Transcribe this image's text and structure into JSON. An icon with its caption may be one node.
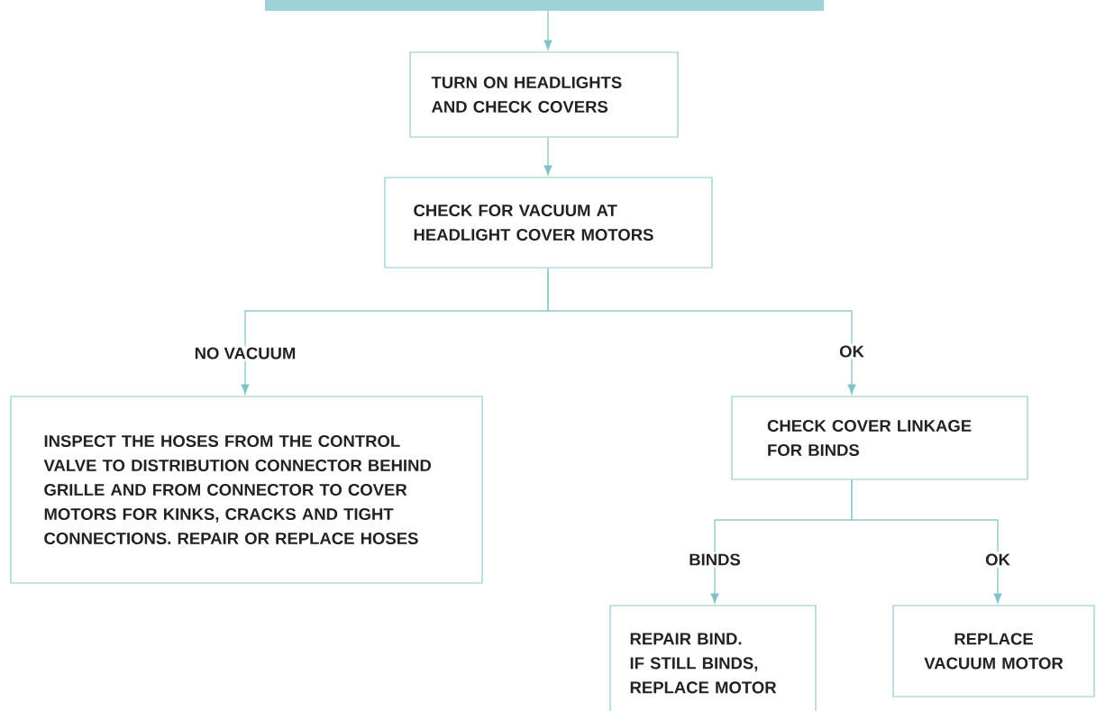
{
  "diagram": {
    "nodes": [
      {
        "text": [],
        "shape": "bar"
      },
      {
        "text": [
          "TURN ON HEADLIGHTS AND CHECK COVERS"
        ]
      },
      {
        "text": [
          "CHECK FOR VACUUM AT HEADLIGHT COVER MOTORS"
        ]
      },
      {
        "text": [
          "INSPECT THE HOSES FROM THE CONTROL VALVE TO DISTRIBUTION CONNECTOR BEHIND GRILLE AND FROM CONNECTOR TO COVER MOTORS FOR KINKS, CRACKS AND TIGHT CONNECTIONS. REPAIR OR REPLACE HOSES"
        ]
      },
      {
        "text": [
          "CHECK COVER LINKAGE FOR BINDS"
        ]
      },
      {
        "text": [
          "REPAIR BIND. IF STILL BINDS, REPLACE MOTOR"
        ]
      },
      {
        "text": [
          "REPLACE VACUUM MOTOR"
        ]
      }
    ],
    "edges": [
      {
        "from": 0,
        "to": 1,
        "arrow": "to"
      },
      {
        "from": 1,
        "to": 2,
        "arrow": "to"
      },
      {
        "from": 2,
        "to": 3,
        "arrow": "to",
        "label": "NO VACUUM"
      },
      {
        "from": 2,
        "to": 4,
        "arrow": "to",
        "label": "OK"
      },
      {
        "from": 4,
        "to": 5,
        "arrow": "to",
        "label": "BINDS"
      },
      {
        "from": 4,
        "to": 6,
        "arrow": "to",
        "label": "OK"
      }
    ]
  }
}
